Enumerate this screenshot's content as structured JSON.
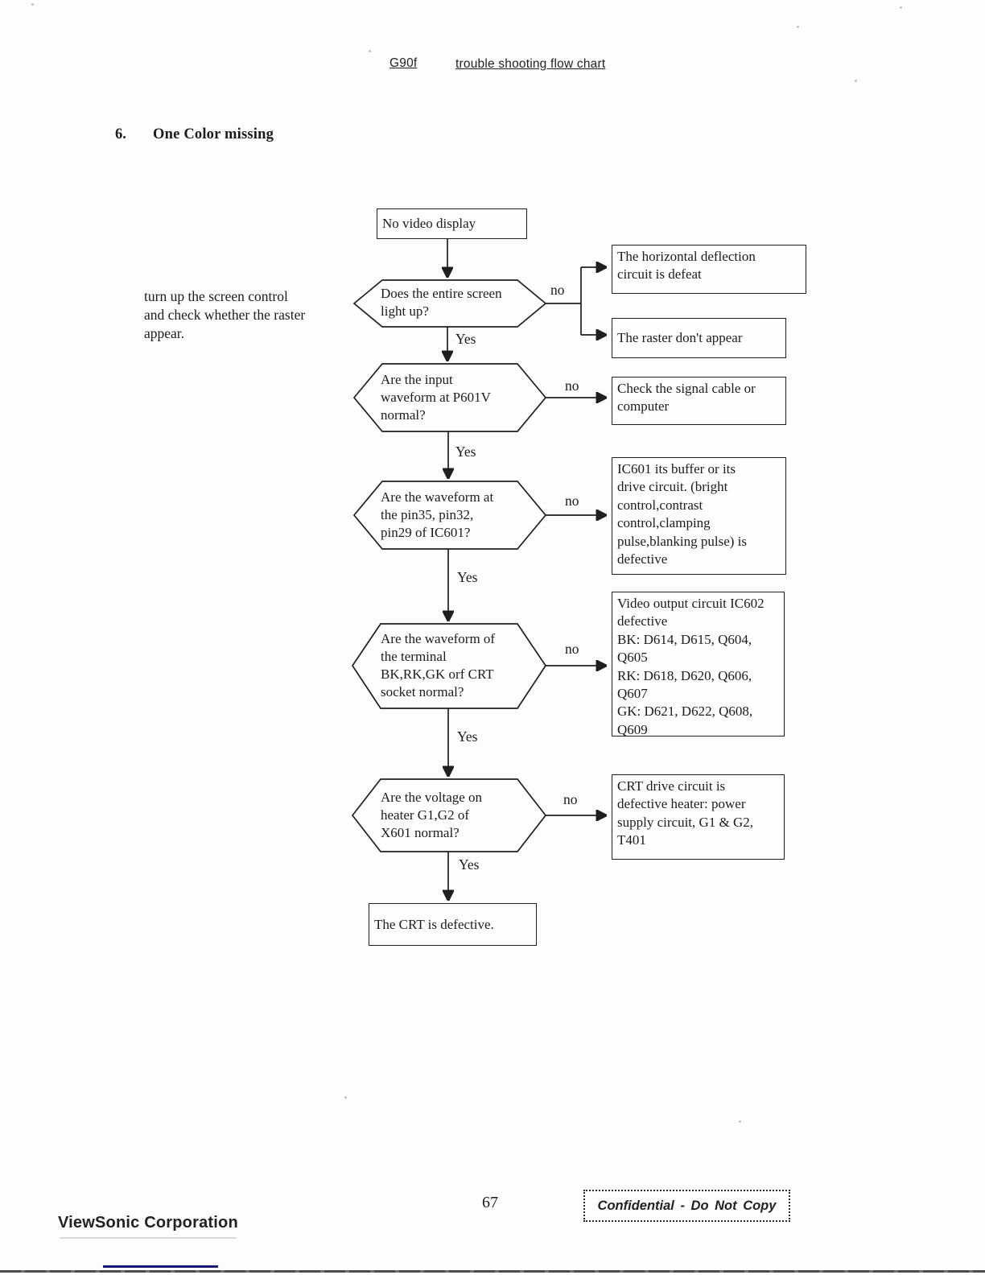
{
  "header": {
    "model": "G90f",
    "title": "trouble shooting flow chart"
  },
  "section": {
    "number": "6.",
    "title": "One Color missing"
  },
  "side_note": {
    "lines": [
      "turn up the screen control",
      "and check whether the raster",
      "appear."
    ]
  },
  "flowchart": {
    "yes_label": "Yes",
    "no_label": "no",
    "start": {
      "text": "No video display"
    },
    "q1": {
      "lines": [
        "Does the entire screen",
        "light up?"
      ]
    },
    "q1_no_a": {
      "lines": [
        "The horizontal deflection",
        "circuit is defeat"
      ]
    },
    "q1_no_b": {
      "lines": [
        "The raster don't appear"
      ]
    },
    "q2": {
      "lines": [
        "Are the input",
        "waveform at P601V",
        "normal?"
      ]
    },
    "q2_no": {
      "lines": [
        "Check the signal cable or",
        "computer"
      ]
    },
    "q3": {
      "lines": [
        "Are the waveform at",
        "the pin35, pin32,",
        "pin29 of IC601?"
      ]
    },
    "q3_no": {
      "lines": [
        "IC601 its buffer or its",
        "drive circuit. (bright",
        "control,contrast",
        "control,clamping",
        "pulse,blanking pulse) is",
        "defective"
      ]
    },
    "q4": {
      "lines": [
        "Are the waveform of",
        "the terminal",
        "BK,RK,GK orf CRT",
        "socket normal?"
      ]
    },
    "q4_no": {
      "lines": [
        "Video output circuit IC602",
        "defective",
        "BK: D614, D615, Q604,",
        "Q605",
        "RK: D618, D620, Q606,",
        "Q607",
        "GK: D621, D622, Q608,",
        "Q609"
      ]
    },
    "q5": {
      "lines": [
        "Are the voltage on",
        "heater G1,G2 of",
        "X601 normal?"
      ]
    },
    "q5_no": {
      "lines": [
        "CRT drive circuit is",
        "defective heater: power",
        "supply circuit, G1 & G2,",
        "T401"
      ]
    },
    "end": {
      "text": "The CRT is defective."
    }
  },
  "footer": {
    "page_number": "67",
    "confidential_stamp": "Confidential - Do Not Copy",
    "company": "ViewSonic Corporation"
  },
  "colors": {
    "ink": "#1f1f1f",
    "accent_blue": "#16167e"
  }
}
